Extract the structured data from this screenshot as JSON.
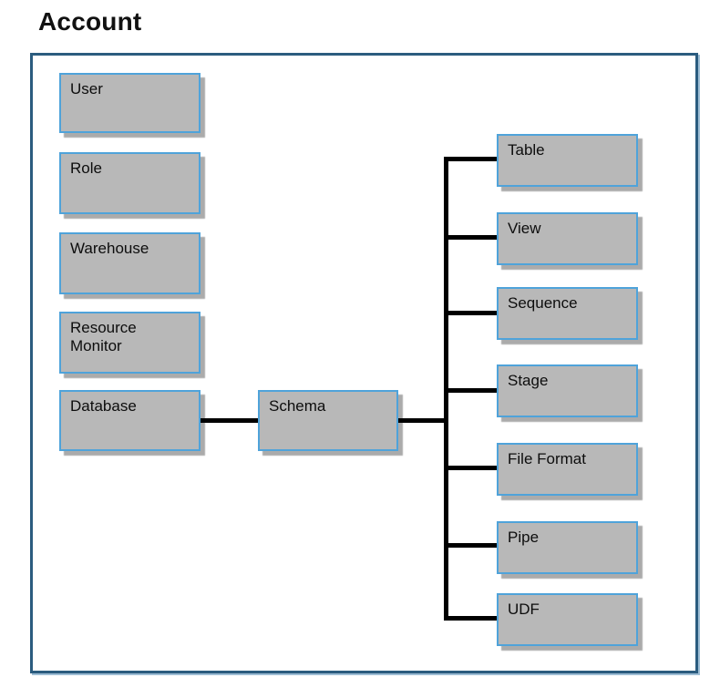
{
  "title": "Account",
  "colors": {
    "box_fill": "#b8b8b8",
    "box_border": "#4fa3da",
    "box_shadow": "#ababab",
    "boundary_border": "#2b5c7f",
    "connector": "#000000",
    "text": "#0d0d0d"
  },
  "nodes": {
    "user": {
      "label": "User"
    },
    "role": {
      "label": "Role"
    },
    "warehouse": {
      "label": "Warehouse"
    },
    "resource_monitor": {
      "label": "Resource Monitor"
    },
    "database": {
      "label": "Database"
    },
    "schema": {
      "label": "Schema"
    },
    "table": {
      "label": "Table"
    },
    "view": {
      "label": "View"
    },
    "sequence": {
      "label": "Sequence"
    },
    "stage": {
      "label": "Stage"
    },
    "file_format": {
      "label": "File Format"
    },
    "pipe": {
      "label": "Pipe"
    },
    "udf": {
      "label": "UDF"
    }
  },
  "relations": {
    "account_children": [
      "User",
      "Role",
      "Warehouse",
      "Resource Monitor",
      "Database"
    ],
    "database_child": "Schema",
    "schema_children": [
      "Table",
      "View",
      "Sequence",
      "Stage",
      "File Format",
      "Pipe",
      "UDF"
    ]
  }
}
